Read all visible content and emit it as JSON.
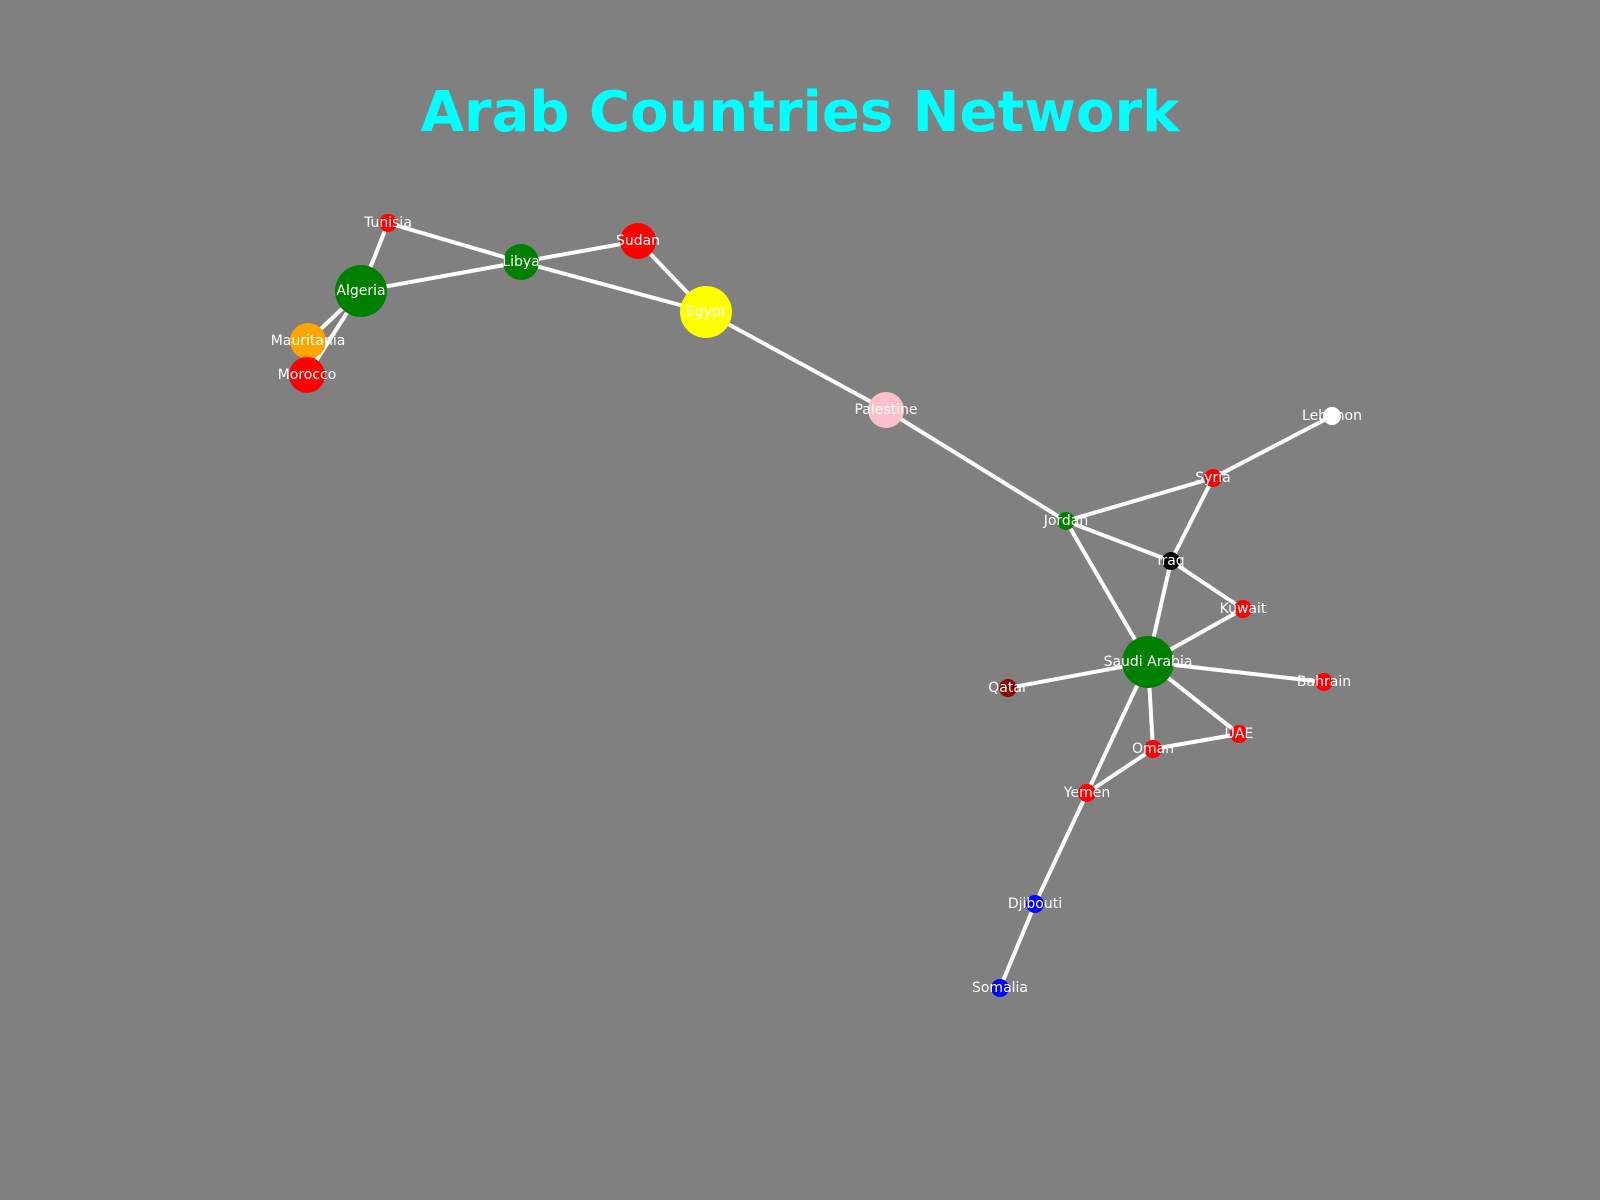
{
  "title": "Arab Countries Network",
  "colors": {
    "background": "#808080",
    "title": "#00FFFF",
    "edge": "#FFFFFF",
    "label": "#FFFFFF"
  },
  "nodes": [
    {
      "id": "tunisia",
      "label": "Tunisia",
      "color": "#FF0000",
      "size": "small"
    },
    {
      "id": "libya",
      "label": "Libya",
      "color": "#008000",
      "size": "medium"
    },
    {
      "id": "sudan",
      "label": "Sudan",
      "color": "#FF0000",
      "size": "medium"
    },
    {
      "id": "algeria",
      "label": "Algeria",
      "color": "#008000",
      "size": "large"
    },
    {
      "id": "egypt",
      "label": "Egypt",
      "color": "#FFFF00",
      "size": "large"
    },
    {
      "id": "mauritania",
      "label": "Mauritania",
      "color": "#FFA500",
      "size": "medium"
    },
    {
      "id": "morocco",
      "label": "Morocco",
      "color": "#FF0000",
      "size": "medium"
    },
    {
      "id": "palestine",
      "label": "Palestine",
      "color": "#FFC0CB",
      "size": "medium"
    },
    {
      "id": "lebanon",
      "label": "Lebanon",
      "color": "#FFFFFF",
      "size": "small"
    },
    {
      "id": "syria",
      "label": "Syria",
      "color": "#FF0000",
      "size": "small"
    },
    {
      "id": "jordan",
      "label": "Jordan",
      "color": "#008000",
      "size": "small"
    },
    {
      "id": "iraq",
      "label": "Iraq",
      "color": "#000000",
      "size": "small"
    },
    {
      "id": "kuwait",
      "label": "Kuwait",
      "color": "#FF0000",
      "size": "small"
    },
    {
      "id": "saudi_arabia",
      "label": "Saudi Arabia",
      "color": "#008000",
      "size": "large"
    },
    {
      "id": "qatar",
      "label": "Qatar",
      "color": "#8B0000",
      "size": "small"
    },
    {
      "id": "bahrain",
      "label": "Bahrain",
      "color": "#FF0000",
      "size": "small"
    },
    {
      "id": "uae",
      "label": "UAE",
      "color": "#FF0000",
      "size": "small"
    },
    {
      "id": "oman",
      "label": "Oman",
      "color": "#FF0000",
      "size": "small"
    },
    {
      "id": "yemen",
      "label": "Yemen",
      "color": "#FF0000",
      "size": "small"
    },
    {
      "id": "djibouti",
      "label": "Djibouti",
      "color": "#0000FF",
      "size": "small"
    },
    {
      "id": "somalia",
      "label": "Somalia",
      "color": "#0000FF",
      "size": "small"
    }
  ],
  "edges": [
    {
      "source": "tunisia",
      "target": "libya"
    },
    {
      "source": "tunisia",
      "target": "algeria"
    },
    {
      "source": "libya",
      "target": "algeria"
    },
    {
      "source": "libya",
      "target": "sudan"
    },
    {
      "source": "libya",
      "target": "egypt"
    },
    {
      "source": "sudan",
      "target": "egypt"
    },
    {
      "source": "algeria",
      "target": "mauritania"
    },
    {
      "source": "algeria",
      "target": "morocco"
    },
    {
      "source": "mauritania",
      "target": "morocco"
    },
    {
      "source": "egypt",
      "target": "palestine"
    },
    {
      "source": "palestine",
      "target": "jordan"
    },
    {
      "source": "jordan",
      "target": "syria"
    },
    {
      "source": "jordan",
      "target": "iraq"
    },
    {
      "source": "jordan",
      "target": "saudi_arabia"
    },
    {
      "source": "syria",
      "target": "lebanon"
    },
    {
      "source": "syria",
      "target": "iraq"
    },
    {
      "source": "iraq",
      "target": "kuwait"
    },
    {
      "source": "iraq",
      "target": "saudi_arabia"
    },
    {
      "source": "kuwait",
      "target": "saudi_arabia"
    },
    {
      "source": "saudi_arabia",
      "target": "qatar"
    },
    {
      "source": "saudi_arabia",
      "target": "bahrain"
    },
    {
      "source": "saudi_arabia",
      "target": "uae"
    },
    {
      "source": "saudi_arabia",
      "target": "oman"
    },
    {
      "source": "saudi_arabia",
      "target": "yemen"
    },
    {
      "source": "uae",
      "target": "oman"
    },
    {
      "source": "oman",
      "target": "yemen"
    },
    {
      "source": "yemen",
      "target": "djibouti"
    },
    {
      "source": "djibouti",
      "target": "somalia"
    }
  ]
}
